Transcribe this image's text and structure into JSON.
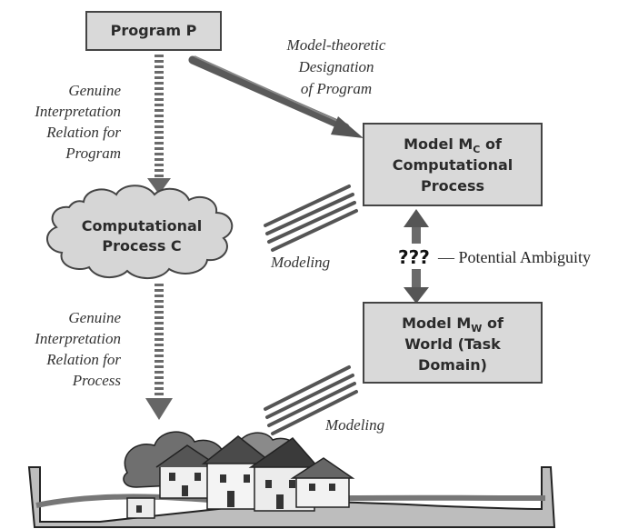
{
  "program_box": {
    "label": "Program P"
  },
  "model_c_box": {
    "line1_prefix": "Model M",
    "line1_sub": "C",
    "line1_suffix": " of",
    "line2": "Computational",
    "line3": "Process"
  },
  "process_cloud": {
    "line1": "Computational",
    "line2": "Process C"
  },
  "model_w_box": {
    "line1_prefix": "Model M",
    "line1_sub": "W",
    "line1_suffix": " of",
    "line2": "World (Task",
    "line3": "Domain)"
  },
  "labels": {
    "model_theoretic": [
      "Model-theoretic",
      "Designation",
      "of Program"
    ],
    "genuine_program": [
      "Genuine",
      "Interpretation",
      "Relation for",
      "Program"
    ],
    "genuine_process": [
      "Genuine",
      "Interpretation",
      "Relation for",
      "Process"
    ],
    "modeling_upper": "Modeling",
    "modeling_lower": "Modeling",
    "ambiguity_marks": "???",
    "ambiguity_text": "— Potential Ambiguity"
  },
  "colors": {
    "box_fill": "#d9d9d9",
    "box_stroke": "#444444",
    "arrow": "#5a5a5a",
    "ink": "#2b2b2b"
  }
}
